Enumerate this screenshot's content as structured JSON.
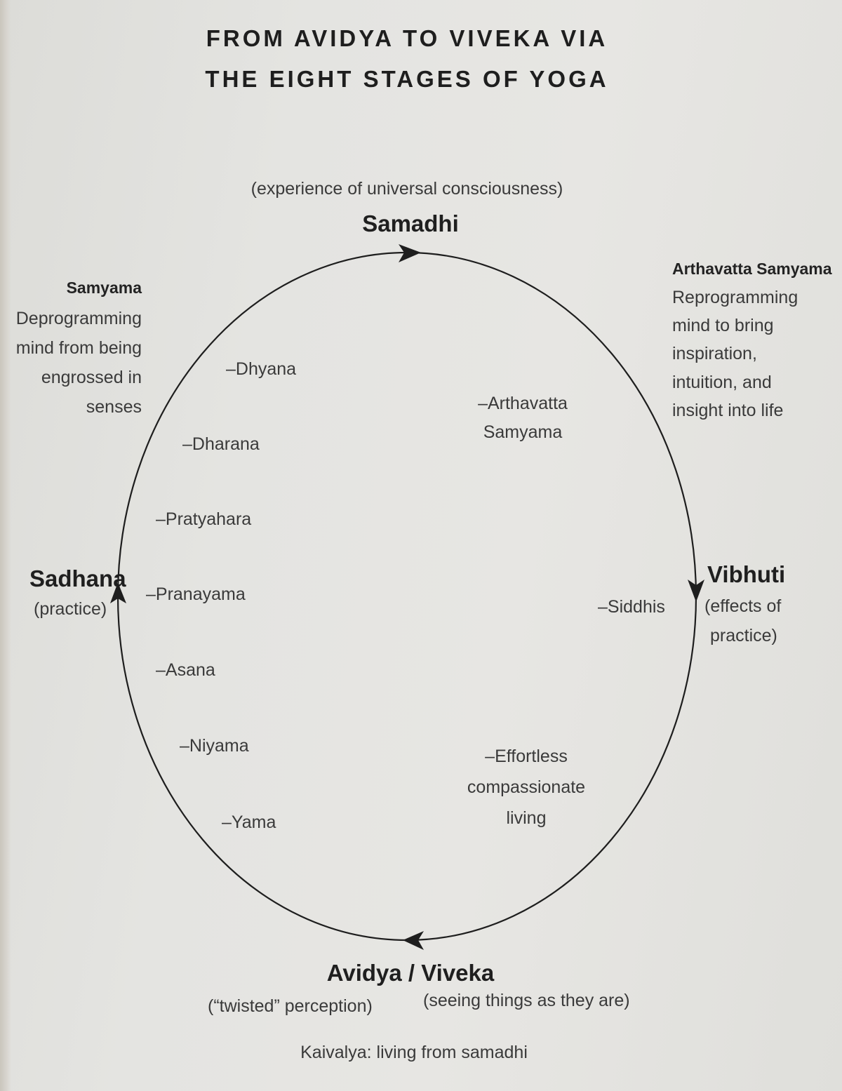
{
  "title": {
    "line1": "FROM AVIDYA TO VIVEKA VIA",
    "line2": "THE EIGHT STAGES OF YOGA"
  },
  "top_node": {
    "note": "(experience of universal consciousness)",
    "label": "Samadhi"
  },
  "left_node": {
    "label": "Sadhana",
    "note": "(practice)"
  },
  "right_node": {
    "label": "Vibhuti",
    "note_line1": "(effects of",
    "note_line2": "practice)"
  },
  "bottom_node": {
    "label": "Avidya / Viveka",
    "note_left": "(“twisted” perception)",
    "note_right": "(seeing things as they are)",
    "footer": "Kaivalya: living from samadhi"
  },
  "left_side": {
    "heading": "Samyama",
    "lines": [
      "Deprogramming",
      "mind from being",
      "engrossed in",
      "senses"
    ]
  },
  "right_side": {
    "heading": "Arthavatta Samyama",
    "lines": [
      "Reprogramming",
      "mind to bring",
      "inspiration,",
      "intuition, and",
      "insight into life"
    ]
  },
  "stages_left": [
    "–Dhyana",
    "–Dharana",
    "–Pratyahara",
    "–Pranayama",
    "–Asana",
    "–Niyama",
    "–Yama"
  ],
  "stages_right": {
    "arthavatta_line1": "–Arthavatta",
    "arthavatta_line2": "Samyama",
    "siddhis": "–Siddhis",
    "effortless_line1": "–Effortless",
    "effortless_line2": "compassionate",
    "effortless_line3": "living"
  },
  "colors": {
    "ink": "#1e1e1e",
    "paper": "#e4e4e1"
  }
}
